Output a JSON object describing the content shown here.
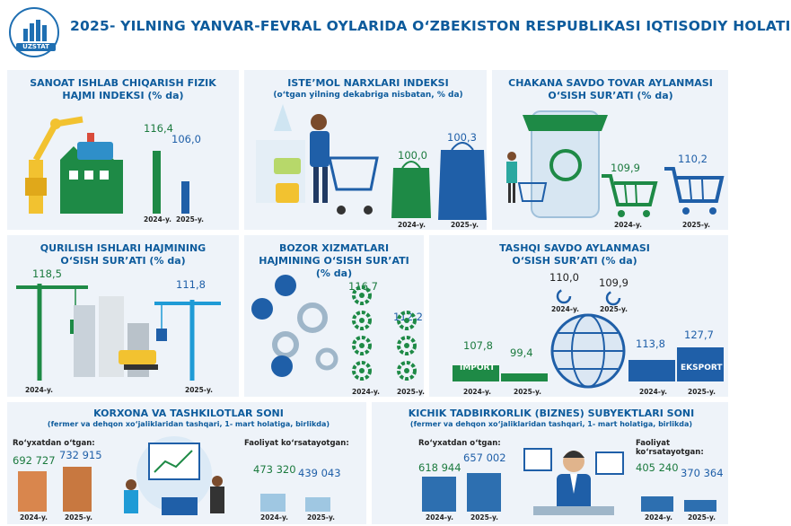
{
  "header": {
    "logo_text": "UZSTAT",
    "title": "2025- YILNING YANVAR-FEVRAL OYLARIDA O‘ZBEKISTON RESPUBLIKASI IQTISODIY HOLATI"
  },
  "colors": {
    "green": "#1e8a46",
    "blue": "#1f5fa8",
    "title": "#0d5b9c",
    "light": "#eef3f9"
  },
  "chart_data": [
    {
      "type": "bar",
      "title": "SANOAT ISHLAB CHIQARISH FIZIK HAJMI INDEKSI (% da)",
      "categories": [
        "2024-y.",
        "2025-y."
      ],
      "values": [
        116.4,
        106.0
      ],
      "labels": [
        "116,4",
        "106,0"
      ]
    },
    {
      "type": "bar",
      "title": "ISTE’MOL NARXLARI INDEKSI",
      "subtitle": "(o‘tgan yilning dekabriga nisbatan, % da)",
      "categories": [
        "2024-y.",
        "2025-y."
      ],
      "values": [
        100.0,
        100.3
      ],
      "labels": [
        "100,0",
        "100,3"
      ]
    },
    {
      "type": "bar",
      "title": "CHAKANA SAVDO TOVAR AYLANMASI O‘SISH SUR’ATI (% da)",
      "categories": [
        "2024-y.",
        "2025-y."
      ],
      "values": [
        109.9,
        110.2
      ],
      "labels": [
        "109,9",
        "110,2"
      ]
    },
    {
      "type": "bar",
      "title": "QURILISH ISHLARI HAJMINING O‘SISH SUR’ATI (% da)",
      "categories": [
        "2024-y.",
        "2025-y."
      ],
      "values": [
        118.5,
        111.8
      ],
      "labels": [
        "118,5",
        "111,8"
      ]
    },
    {
      "type": "bar",
      "title": "BOZOR XIZMATLARI HAJMINING O‘SISH SUR’ATI (% da)",
      "categories": [
        "2024-y.",
        "2025-y."
      ],
      "values": [
        116.7,
        112.2
      ],
      "labels": [
        "116,7",
        "112,2"
      ]
    },
    {
      "type": "bar",
      "title": "TASHQI SAVDO AYLANMASI O‘SISH SUR’ATI (% da)",
      "categories": [
        "2024-y.",
        "2025-y."
      ],
      "total": [
        110.0,
        109.9
      ],
      "total_labels": [
        "110,0",
        "109,9"
      ],
      "series": [
        {
          "name": "IMPORT",
          "values": [
            107.8,
            99.4
          ],
          "labels": [
            "107,8",
            "99,4"
          ]
        },
        {
          "name": "EKSPORT",
          "values": [
            113.8,
            127.7
          ],
          "labels": [
            "113,8",
            "127,7"
          ]
        }
      ]
    },
    {
      "type": "bar",
      "title": "KORXONA VA TASHKILOTLAR SONI",
      "subtitle": "(fermer va dehqon xo‘jaliklaridan tashqari, 1- mart holatiga, birlikda)",
      "groups": [
        {
          "name": "Ro‘yxatdan o‘tgan:",
          "categories": [
            "2024-y.",
            "2025-y."
          ],
          "values": [
            692727,
            732915
          ],
          "labels": [
            "692 727",
            "732 915"
          ]
        },
        {
          "name": "Faoliyat ko‘rsatayotgan:",
          "categories": [
            "2024-y.",
            "2025-y."
          ],
          "values": [
            473320,
            439043
          ],
          "labels": [
            "473 320",
            "439 043"
          ]
        }
      ]
    },
    {
      "type": "bar",
      "title": "KICHIK TADBIRKORLIK (BIZNES) SUBYEKTLARI SONI",
      "subtitle": "(fermer va dehqon xo‘jaliklaridan tashqari, 1- mart holatiga, birlikda)",
      "groups": [
        {
          "name": "Ro‘yxatdan o‘tgan:",
          "categories": [
            "2024-y.",
            "2025-y."
          ],
          "values": [
            618944,
            657002
          ],
          "labels": [
            "618 944",
            "657 002"
          ]
        },
        {
          "name": "Faoliyat ko‘rsatayotgan:",
          "categories": [
            "2024-y.",
            "2025-y."
          ],
          "values": [
            405240,
            370364
          ],
          "labels": [
            "405 240",
            "370 364"
          ]
        }
      ]
    }
  ]
}
